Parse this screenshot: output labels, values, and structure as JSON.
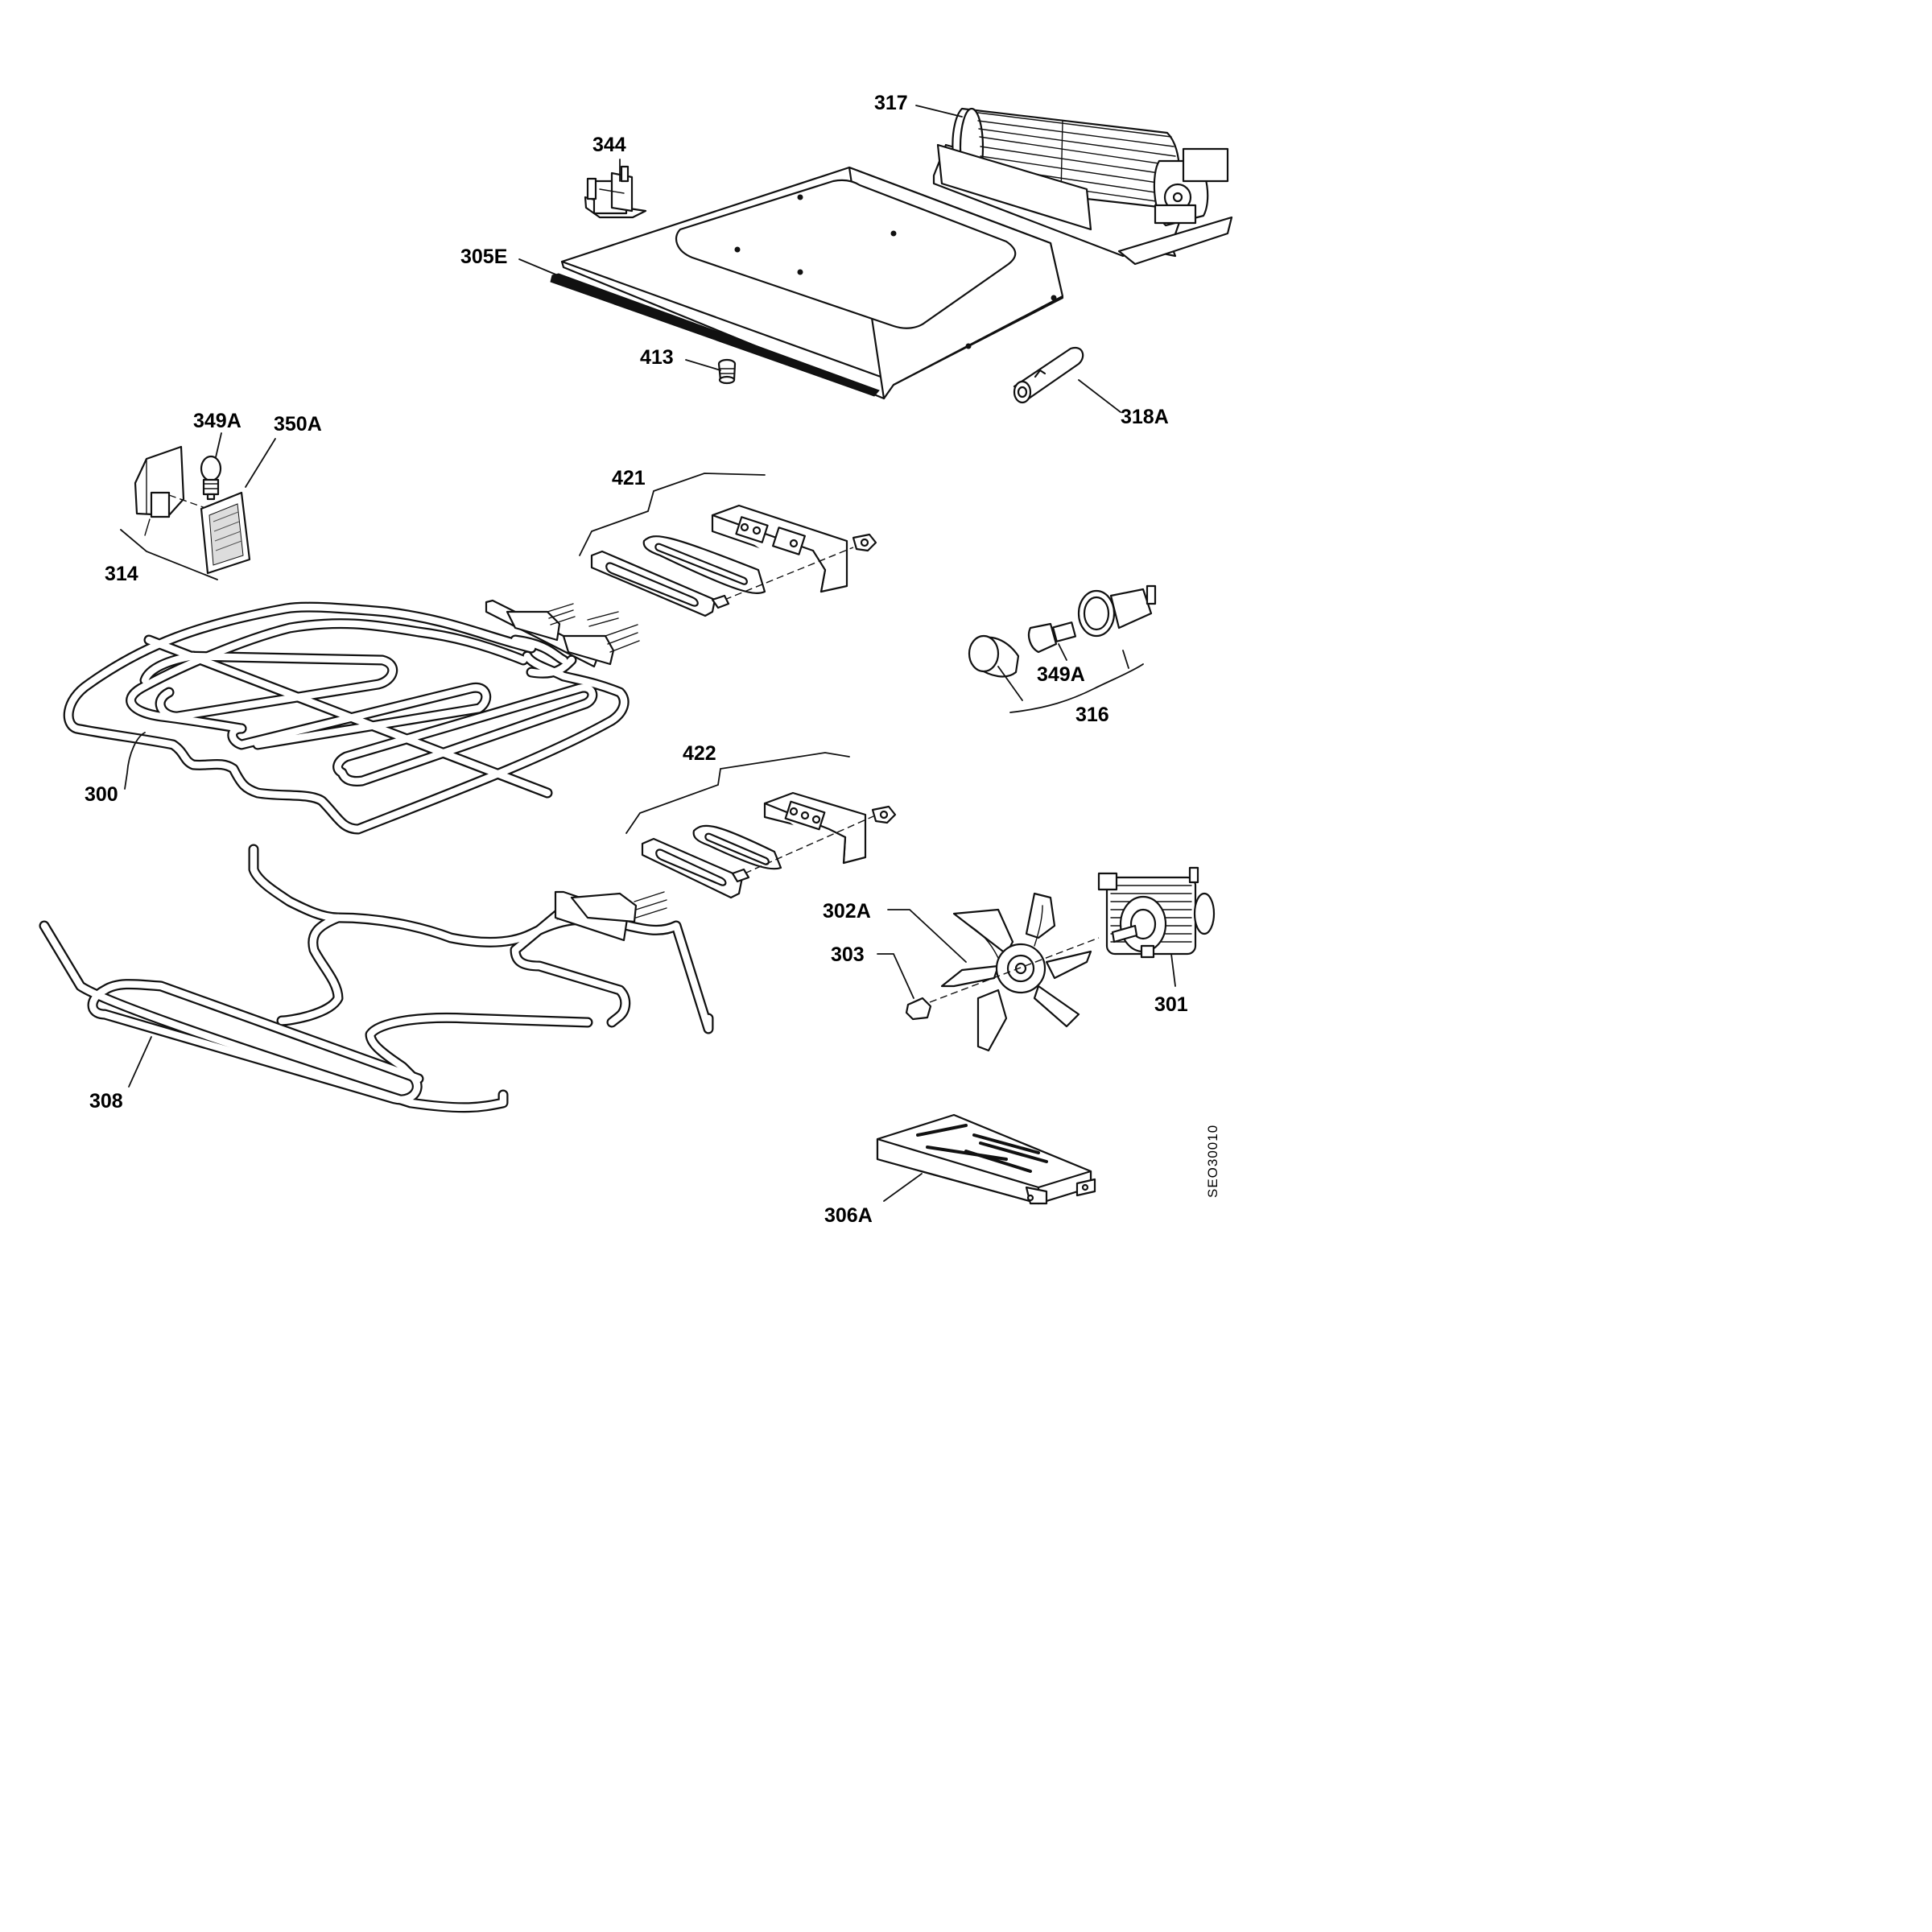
{
  "labels": {
    "p317": "317",
    "p344": "344",
    "p305E": "305E",
    "p413": "413",
    "p318A": "318A",
    "p349A_top": "349A",
    "p350A": "350A",
    "p314": "314",
    "p421": "421",
    "p349A_right": "349A",
    "p316": "316",
    "p300": "300",
    "p422": "422",
    "p302A": "302A",
    "p303": "303",
    "p301": "301",
    "p308": "308",
    "p306A": "306A"
  },
  "drawing_code": "SEO30010"
}
